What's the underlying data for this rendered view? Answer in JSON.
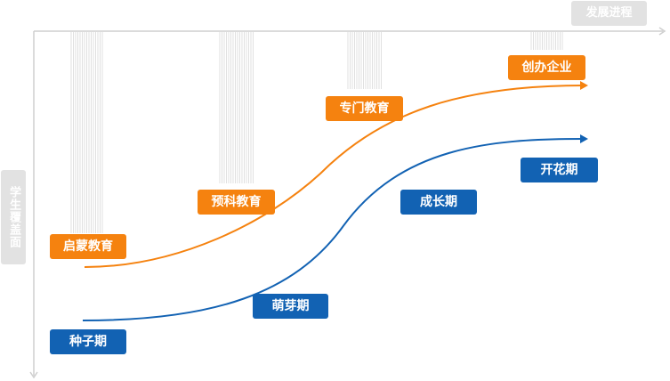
{
  "axes": {
    "x_label": "发展进程",
    "y_label": "学生覆盖面"
  },
  "education_stages": [
    "启蒙教育",
    "预科教育",
    "专门教育",
    "创办企业"
  ],
  "growth_stages": [
    "种子期",
    "萌芽期",
    "成长期",
    "开花期"
  ],
  "colors": {
    "education_curve": "#f5820f",
    "growth_curve": "#1262b3",
    "axis": "#cfcfcf",
    "hatch": "#d8d8d8",
    "axis_label_bg": "#e2e2e2"
  }
}
